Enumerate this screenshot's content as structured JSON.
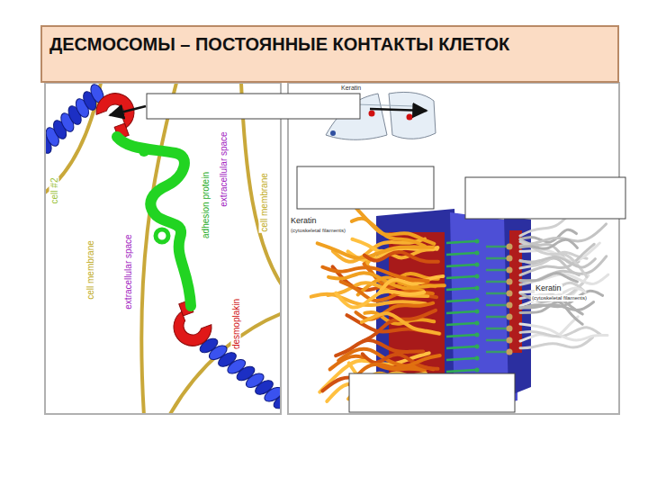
{
  "diagram": {
    "title": "ДЕСМОСОМЫ – ПОСТОЯННЫЕ КОНТАКТЫ КЛЕТОК",
    "labels": [
      "cell #2",
      "cell membrane",
      "extracellular space",
      "adhesion protein",
      "extracellular space",
      "cell membrane",
      "desmoplakin",
      "Keratin",
      "Keratin",
      "(cytoskeletal filaments)",
      "Keratin",
      "(cytoskeletal filaments)"
    ]
  }
}
